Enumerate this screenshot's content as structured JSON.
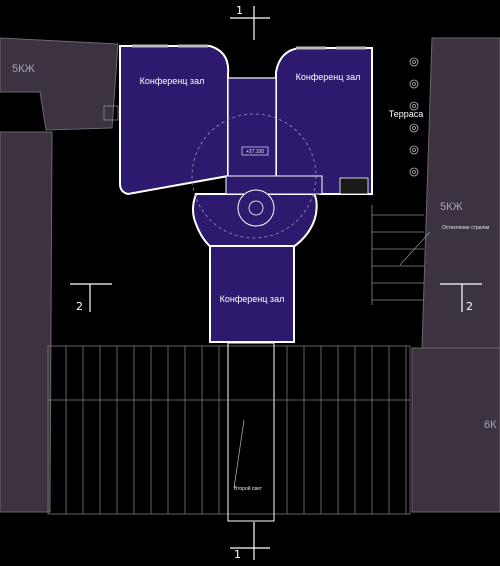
{
  "rooms": {
    "hall_top_left": "Конференц зал",
    "hall_top_right": "Конференц зал",
    "hall_bottom": "Конференц зал",
    "terrace": "Терраса"
  },
  "buildings": {
    "top_left": "5КЖ",
    "right": "5КЖ",
    "bottom_right": "6К"
  },
  "annotations": {
    "elevation": "+27.100",
    "glazing": "Остекление стрилки",
    "second_light": "Второй свет"
  },
  "sections": {
    "top": "1",
    "bottom": "1",
    "left": "2",
    "right": "2"
  },
  "colors": {
    "background": "#000000",
    "room_fill": "#2d1a6e",
    "wall": "#ffffff",
    "neighbor_fill": "#3d3340",
    "line": "#8a8a8a"
  }
}
